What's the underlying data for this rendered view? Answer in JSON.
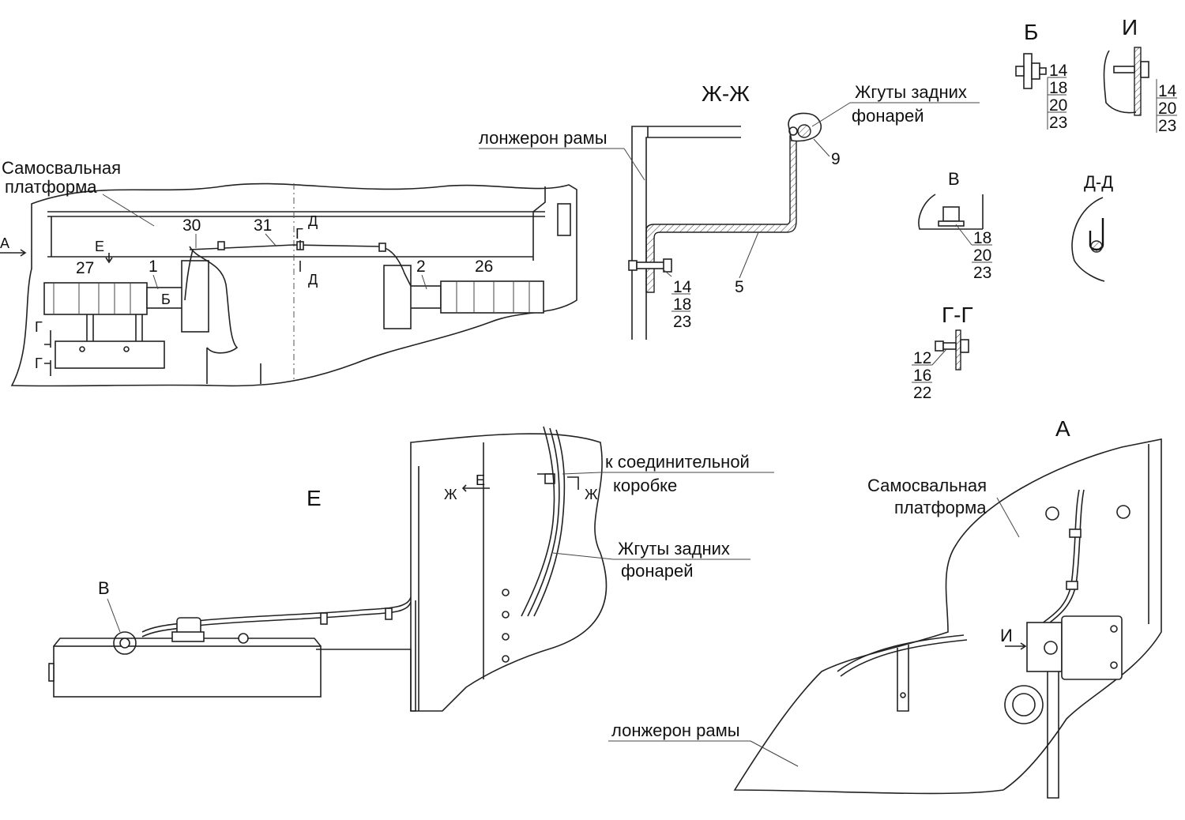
{
  "labels": {
    "dump_platform_1": "Самосвальная",
    "dump_platform_2": "платформа",
    "view_a_arrow": "А",
    "view_e_marker": "Е",
    "section_d_top": "Д",
    "section_d_bottom": "Д",
    "section_g_top": "Г",
    "section_g_left_1": "Г",
    "section_g_left_2": "Г",
    "view_b_marker": "Б",
    "frame_rail_top": "лонжерон рамы",
    "section_zh_title": "Ж-Ж",
    "harness_top_1": "Жгуты задних",
    "harness_top_2": "фонарей",
    "view_b_title": "Б",
    "view_i_title": "И",
    "view_v_title": "В",
    "section_dd_title": "Д-Д",
    "section_gg_title": "Г-Г",
    "view_a_title": "А",
    "view_e_title": "Е",
    "to_junction_box_1": "к соединительной",
    "to_junction_box_2": "коробке",
    "harness_mid_1": "Жгуты задних",
    "harness_mid_2": "фонарей",
    "zh_left": "Ж",
    "zh_right": "Ж",
    "e_small": "Е",
    "view_v_marker": "В",
    "dump_platform_a_1": "Самосвальная",
    "dump_platform_a_2": "платформа",
    "view_i_arrow": "И",
    "frame_rail_bottom": "лонжерон рамы"
  },
  "callouts": {
    "p27": "27",
    "p1": "1",
    "p30": "30",
    "p31": "31",
    "p2": "2",
    "p26": "26",
    "p9": "9",
    "p5": "5",
    "zh_14": "14",
    "zh_18": "18",
    "zh_23": "23",
    "b_14": "14",
    "b_18": "18",
    "b_20": "20",
    "b_23": "23",
    "i_14": "14",
    "i_20": "20",
    "i_23": "23",
    "v_18": "18",
    "v_20": "20",
    "v_23": "23",
    "gg_12": "12",
    "gg_16": "16",
    "gg_22": "22"
  }
}
